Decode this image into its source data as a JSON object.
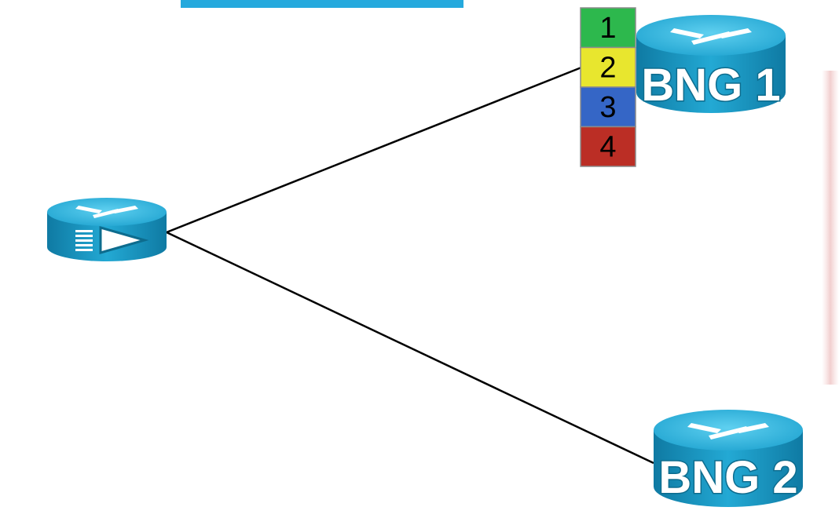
{
  "routers": {
    "bng1": {
      "label": "BNG 1"
    },
    "bng2": {
      "label": "BNG 2"
    }
  },
  "vlan_stack": [
    {
      "label": "1",
      "color": "#2db84d"
    },
    {
      "label": "2",
      "color": "#e8e62e"
    },
    {
      "label": "3",
      "color": "#3566c6"
    },
    {
      "label": "4",
      "color": "#bb2e25"
    }
  ],
  "colors": {
    "router_top": "#2bb6e0",
    "router_side": "#1c98c0",
    "router_dark": "#0d6c8e",
    "link": "#000000"
  },
  "icons": [
    "router-arrow-icon",
    "router-cross-arrows-icon"
  ]
}
